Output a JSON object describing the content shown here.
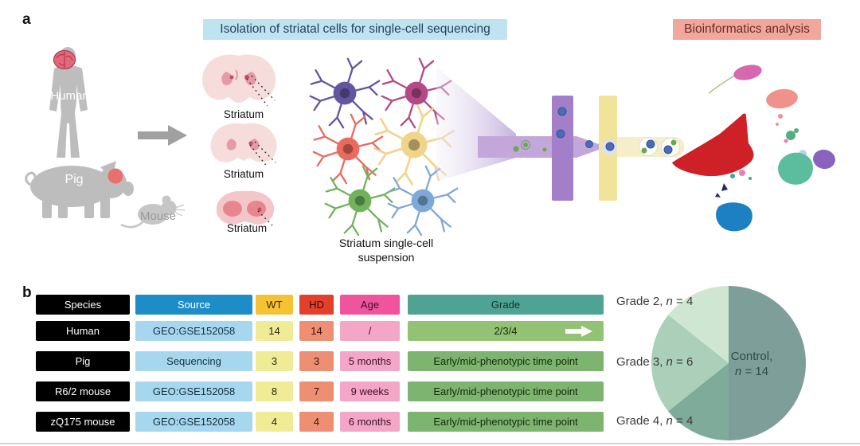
{
  "figure": {
    "panel_a_label": "a",
    "panel_b_label": "b"
  },
  "panel_a": {
    "isolation_title": "Isolation of striatal cells for single-cell sequencing",
    "bioinformatics_title": "Bioinformatics analysis",
    "species_labels": {
      "human": "Human",
      "pig": "Pig",
      "mouse": "Mouse"
    },
    "striatum_labels": [
      "Striatum",
      "Striatum",
      "Striatum"
    ],
    "suspension_label": "Striatum single-cell suspension"
  },
  "panel_b": {
    "table": {
      "headers": [
        "Species",
        "Source",
        "WT",
        "HD",
        "Age",
        "Grade"
      ],
      "rows": [
        {
          "species": "Human",
          "source": "GEO:GSE152058",
          "wt": "14",
          "hd": "14",
          "age": "/",
          "grade": "2/3/4"
        },
        {
          "species": "Pig",
          "source": "Sequencing",
          "wt": "3",
          "hd": "3",
          "age": "5 months",
          "grade": "Early/mid-phenotypic time point"
        },
        {
          "species": "R6/2 mouse",
          "source": "GEO:GSE152058",
          "wt": "8",
          "hd": "7",
          "age": "9 weeks",
          "grade": "Early/mid-phenotypic time point"
        },
        {
          "species": "zQ175 mouse",
          "source": "GEO:GSE152058",
          "wt": "4",
          "hd": "4",
          "age": "6 months",
          "grade": "Early/mid-phenotypic time point"
        }
      ]
    },
    "pie_labels": [
      {
        "prefix": "Grade 2, ",
        "n": "n",
        "suffix": " = 4"
      },
      {
        "prefix": "Grade 3, ",
        "n": "n",
        "suffix": " = 6"
      },
      {
        "prefix": "Grade 4, ",
        "n": "n",
        "suffix": " = 4"
      }
    ],
    "pie_center": {
      "line1": "Control,",
      "n": "n",
      "suffix": " = 14"
    }
  },
  "chart_data": {
    "type": "pie",
    "title": "",
    "order": "clockwise from 12 o'clock",
    "total": 28,
    "slices": [
      {
        "label": "Control, n = 14",
        "value": 14,
        "color": "#7d9e99"
      },
      {
        "label": "Grade 4, n = 4",
        "value": 4,
        "color": "#7fab9b"
      },
      {
        "label": "Grade 3, n = 6",
        "value": 6,
        "color": "#abcfb9"
      },
      {
        "label": "Grade 2, n = 4",
        "value": 4,
        "color": "#cfe7d2"
      }
    ]
  },
  "colors": {
    "isolation_banner": "#bfe3f1",
    "bioinformatics_banner": "#f1a79c",
    "header_source": "#1d8dc8",
    "header_wt": "#f5c233",
    "header_hd": "#e2402b",
    "header_age": "#ef549c",
    "header_grade": "#4fa392",
    "cell_source": "#a6d7ef",
    "cell_wt": "#f0ec96",
    "cell_hd": "#ee8f73",
    "cell_age": "#f4a6c6",
    "cell_grade": "#7db46f",
    "cell_grade_human": "#92c374",
    "pie_control": "#7d9e99",
    "pie_grade2": "#cfe7d2",
    "pie_grade3": "#abcfb9",
    "pie_grade4": "#7fab9b"
  },
  "icons": {
    "flow_arrow": "gray right arrow between animals and brain sections",
    "grade_arrow": "white right arrow inside Human grade cell"
  }
}
